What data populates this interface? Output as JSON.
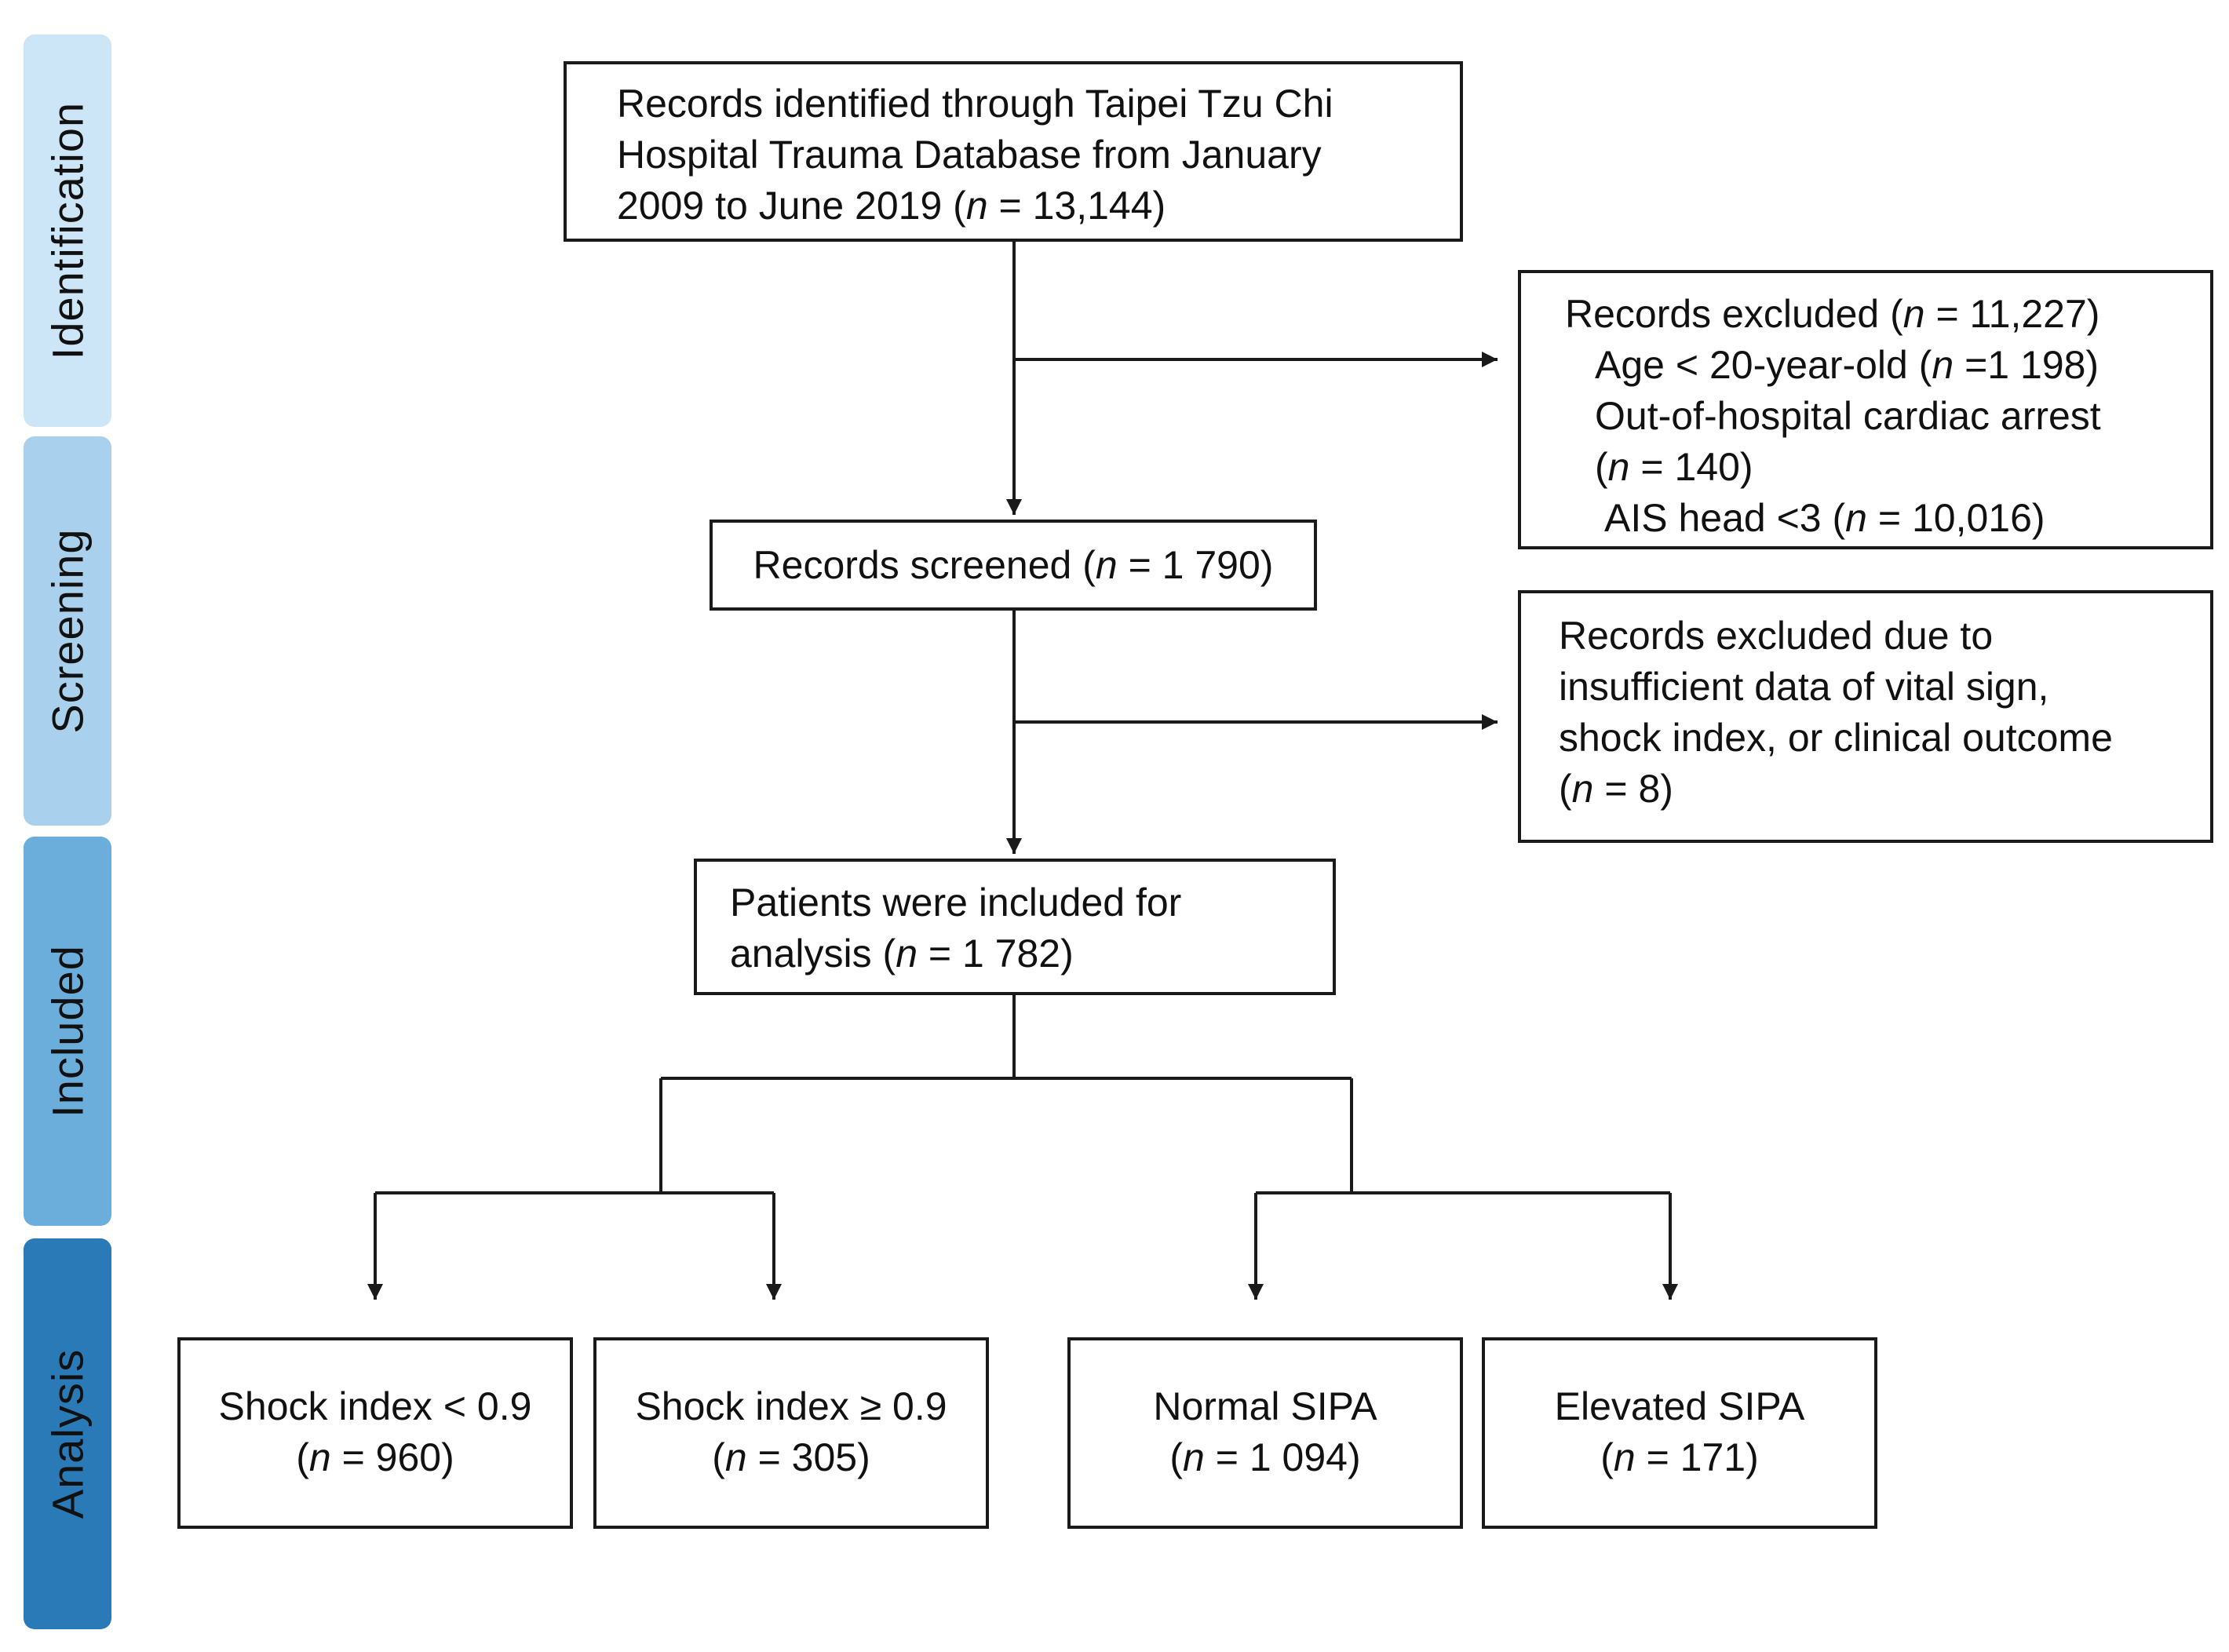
{
  "stages": {
    "identification": {
      "label": "Identification",
      "color": "#cde6f7"
    },
    "screening": {
      "label": "Screening",
      "color": "#a9d1ee"
    },
    "included": {
      "label": "Included",
      "color": "#6baedb"
    },
    "analysis": {
      "label": "Analysis",
      "color": "#2a7ab8"
    }
  },
  "boxes": {
    "identified": {
      "line1": "Records identified through Taipei Tzu Chi",
      "line2": "Hospital Trauma Database from January",
      "line3_prefix": "2009 to June 2019 (",
      "line3_n": "n",
      "line3_suffix": " = 13,144)"
    },
    "excluded1": {
      "title_prefix": "Records excluded (",
      "title_n": "n",
      "title_suffix": " = 11,227)",
      "age_prefix": "Age <  20-year-old (",
      "age_n": "n",
      "age_suffix": " =1 198)",
      "ohca_line1": "Out-of-hospital cardiac arrest",
      "ohca_prefix": "(",
      "ohca_n": "n",
      "ohca_suffix": " = 140)",
      "ais_prefix": "AIS head <3 (",
      "ais_n": "n",
      "ais_suffix": " = 10,016)"
    },
    "screened": {
      "prefix": "Records screened (",
      "n": "n",
      "suffix": " = 1 790)"
    },
    "excluded2": {
      "line1": "Records excluded due to",
      "line2": "insufficient data of vital sign,",
      "line3": "shock index, or clinical outcome",
      "line4_prefix": "(",
      "line4_n": "n",
      "line4_suffix": " = 8)"
    },
    "included": {
      "line1": "Patients were included for",
      "line2_prefix": "analysis (",
      "line2_n": "n",
      "line2_suffix": " = 1 782)"
    },
    "si_low": {
      "title": "Shock index < 0.9",
      "prefix": "(",
      "n": "n",
      "suffix": " = 960)"
    },
    "si_high": {
      "title": "Shock index ≥ 0.9",
      "prefix": "(",
      "n": "n",
      "suffix": " = 305)"
    },
    "sipa_normal": {
      "title": "Normal SIPA",
      "prefix": "(",
      "n": "n",
      "suffix": " = 1 094)"
    },
    "sipa_elevated": {
      "title": "Elevated SIPA",
      "prefix": "(",
      "n": "n",
      "suffix": " = 171)"
    }
  }
}
